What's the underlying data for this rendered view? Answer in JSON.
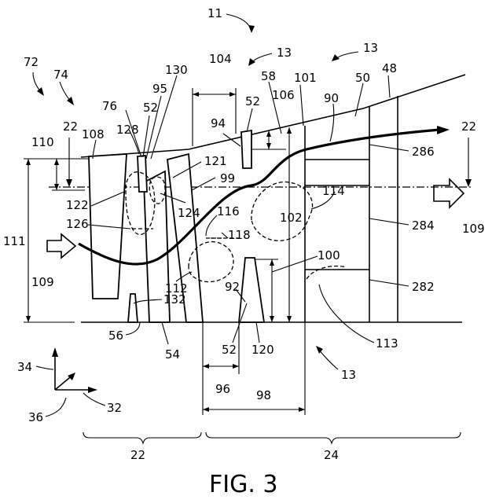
{
  "figure": {
    "caption": "FIG. 3",
    "labels": {
      "l11": "11",
      "l13a": "13",
      "l13b": "13",
      "l13c": "13",
      "l72": "72",
      "l74": "74",
      "l130": "130",
      "l104": "104",
      "l95": "95",
      "l76": "76",
      "l52a": "52",
      "l52b": "52",
      "l52c": "52",
      "l58": "58",
      "l101": "101",
      "l50": "50",
      "l48": "48",
      "l90": "90",
      "l106": "106",
      "l94": "94",
      "l22a": "22",
      "l22b": "22",
      "l22c": "22",
      "l110": "110",
      "l108": "108",
      "l128": "128",
      "l286": "286",
      "l121": "121",
      "l99": "99",
      "l114": "114",
      "l122": "122",
      "l124": "124",
      "l116": "116",
      "l126": "126",
      "l102": "102",
      "l284": "284",
      "l109a": "109",
      "l109b": "109",
      "l111": "111",
      "l118": "118",
      "l100": "100",
      "l112": "112",
      "l92": "92",
      "l282": "282",
      "l132": "132",
      "l113": "113",
      "l56": "56",
      "l54": "54",
      "l120": "120",
      "l34": "34",
      "l96": "96",
      "l32": "32",
      "l36": "36",
      "l98": "98",
      "l24": "24"
    }
  }
}
